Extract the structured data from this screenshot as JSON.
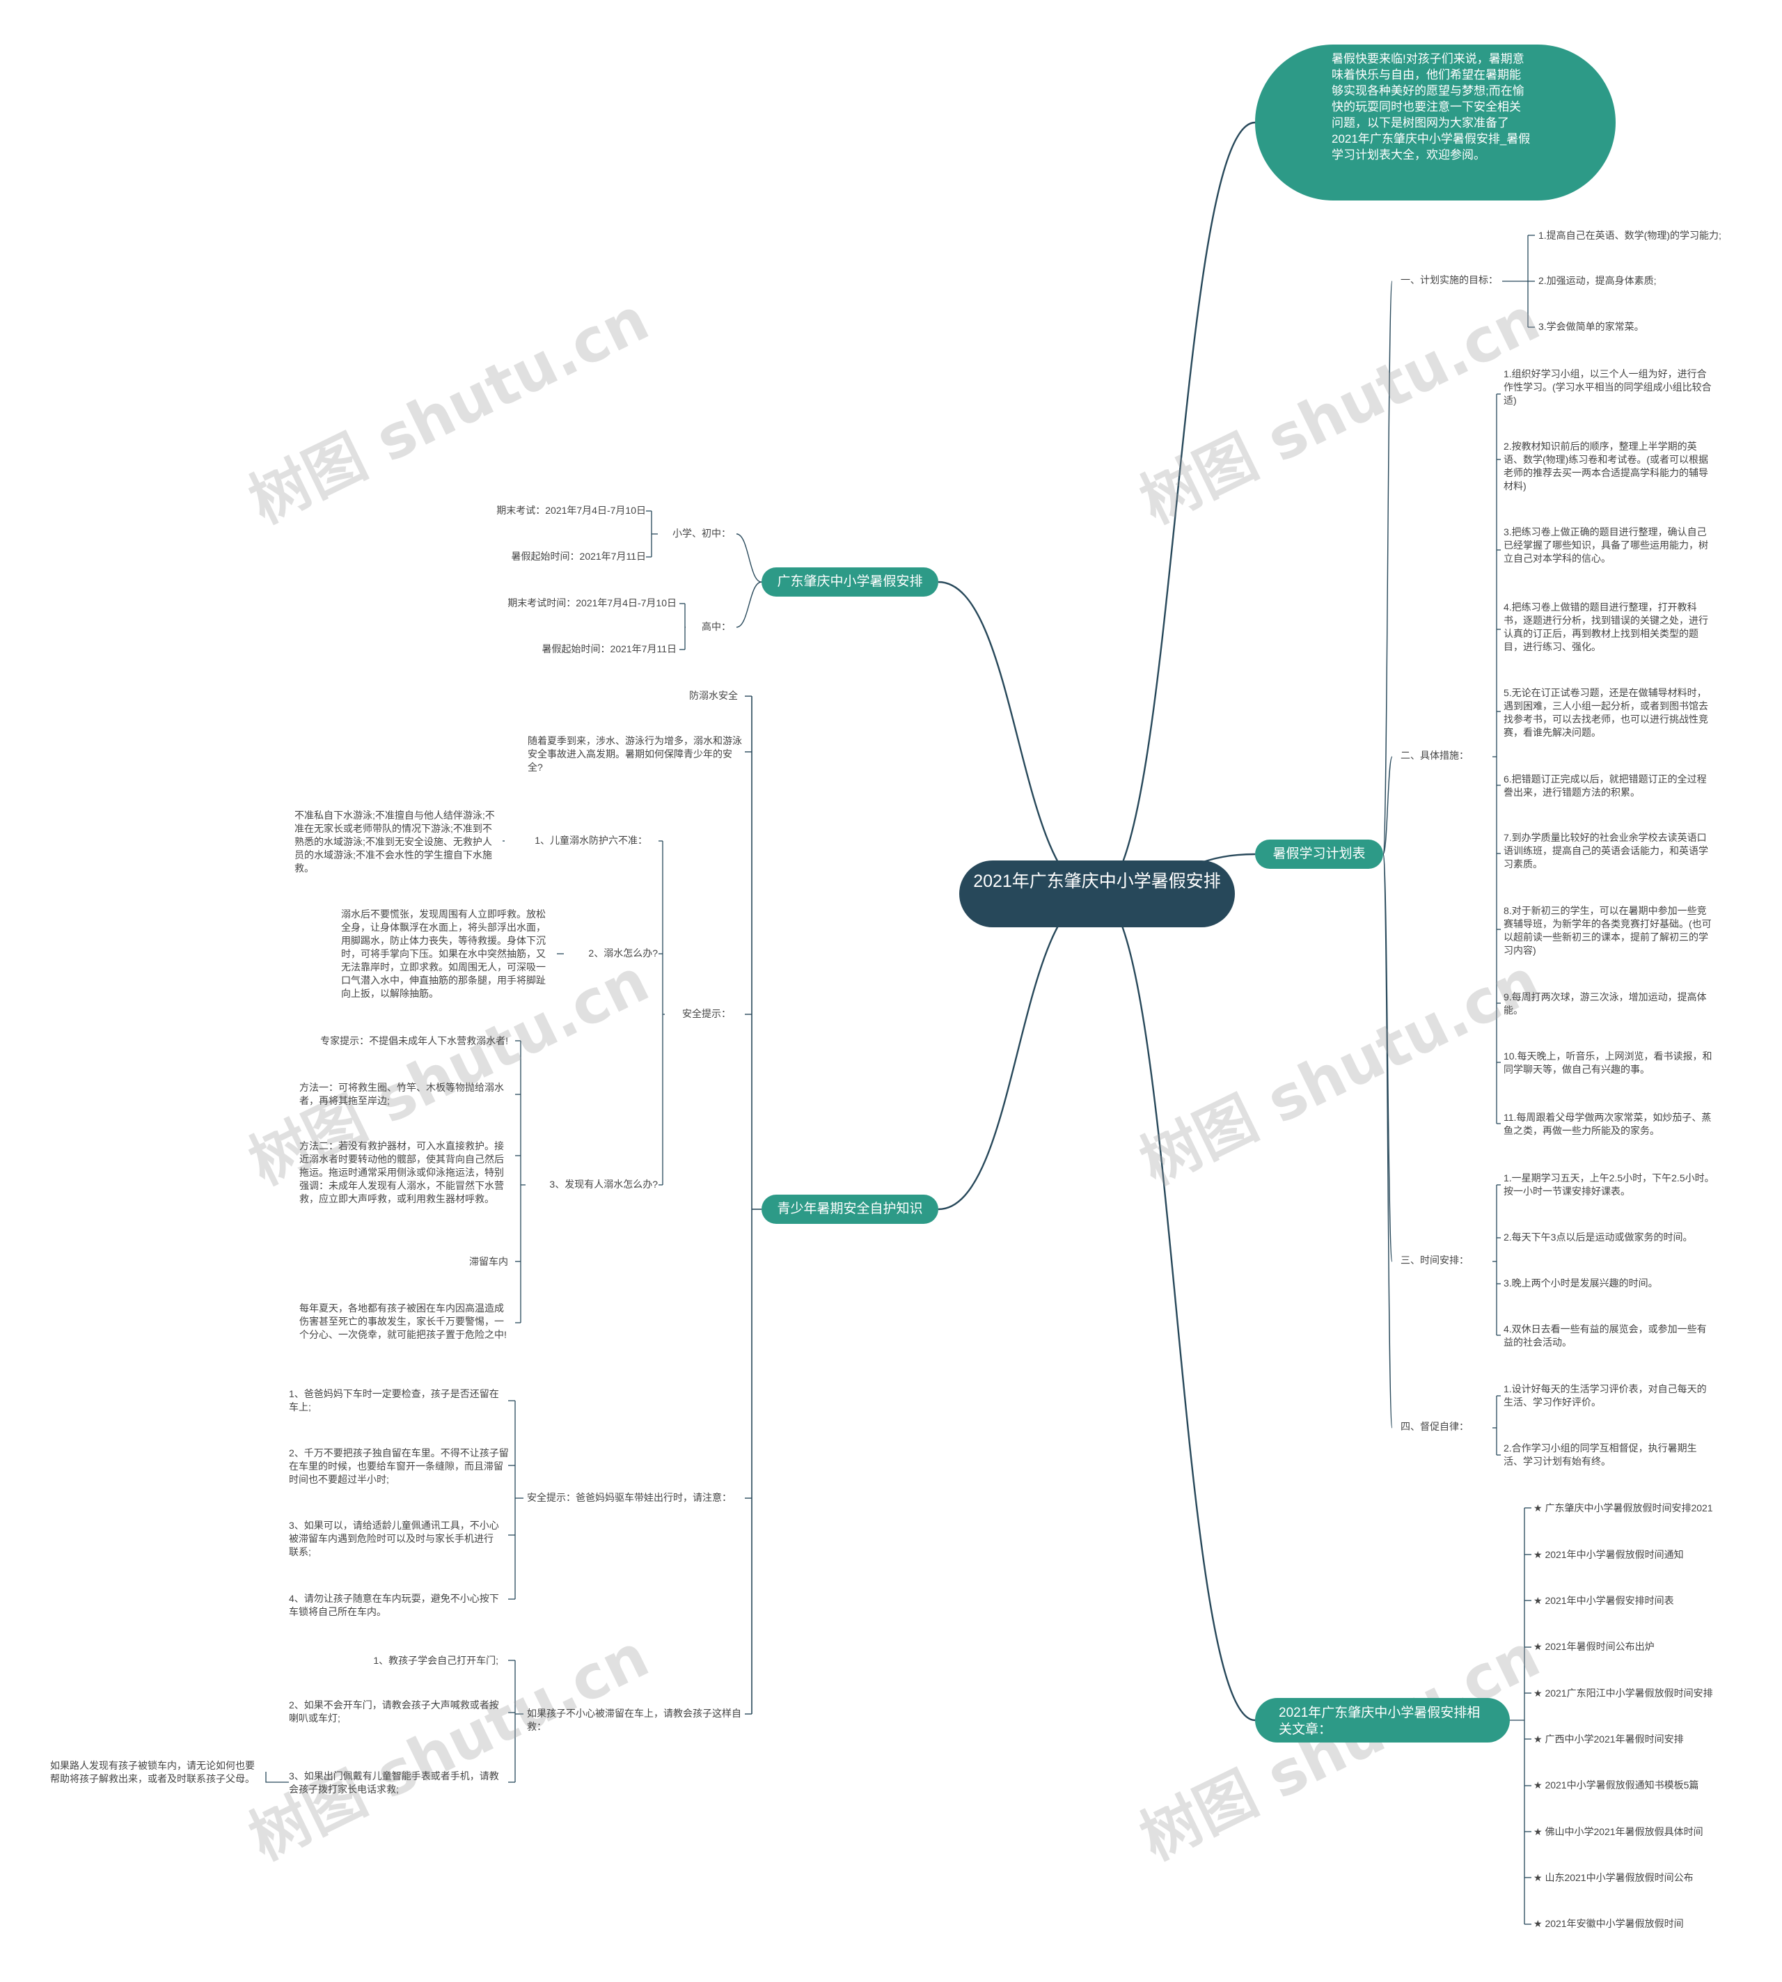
{
  "root": "2021年广东肇庆中小学暑假安排",
  "intro": "暑假快要来临!对孩子们来说，暑期意味着快乐与自由，他们希望在暑期能够实现各种美好的愿望与梦想;而在愉快的玩耍同时也要注意一下安全相关问题，以下是树图网为大家准备了2021年广东肇庆中小学暑假安排_暑假学习计划表大全，欢迎参阅。",
  "study": {
    "label": "暑假学习计划表",
    "sections": [
      {
        "label": "一、计划实施的目标：",
        "items": [
          "1.提高自己在英语、数学(物理)的学习能力;",
          "2.加强运动，提高身体素质;",
          "3.学会做简单的家常菜。"
        ]
      },
      {
        "label": "二、具体措施：",
        "items": [
          "1.组织好学习小组，以三个人一组为好，进行合作性学习。(学习水平相当的同学组成小组比较合适)",
          "2.按教材知识前后的顺序，整理上半学期的英语、数学(物理)练习卷和考试卷。(或者可以根据老师的推荐去买一两本合适提高学科能力的辅导材料)",
          "3.把练习卷上做正确的题目进行整理，确认自己已经掌握了哪些知识，具备了哪些运用能力，树立自己对本学科的信心。",
          "4.把练习卷上做错的题目进行整理，打开教科书，逐题进行分析，找到错误的关键之处，进行认真的订正后，再到教材上找到相关类型的题目，进行练习、强化。",
          "5.无论在订正试卷习题，还是在做辅导材料时，遇到困难，三人小组一起分析，或者到图书馆去找参考书，可以去找老师，也可以进行挑战性竞赛，看谁先解决问题。",
          "6.把错题订正完成以后，就把错题订正的全过程誊出来，进行错题方法的积累。",
          "7.到办学质量比较好的社会业余学校去读英语口语训练班，提高自己的英语会话能力，和英语学习素质。",
          "8.对于新初三的学生，可以在暑期中参加一些竞赛辅导班，为新学年的各类竞赛打好基础。(也可以超前读一些新初三的课本，提前了解初三的学习内容)",
          "9.每周打两次球，游三次泳，增加运动，提高体能。",
          "10.每天晚上，听音乐，上网浏览，看书读报，和同学聊天等，做自己有兴趣的事。",
          "11.每周跟着父母学做两次家常菜，如炒茄子、蒸鱼之类，再做一些力所能及的家务。"
        ]
      },
      {
        "label": "三、时间安排：",
        "items": [
          "1.一星期学习五天，上午2.5小时，下午2.5小时。按一小时一节课安排好课表。",
          "2.每天下午3点以后是运动或做家务的时间。",
          "3.晚上两个小时是发展兴趣的时间。",
          "4.双休日去看一些有益的展览会，或参加一些有益的社会活动。"
        ]
      },
      {
        "label": "四、督促自律：",
        "items": [
          "1.设计好每天的生活学习评价表，对自己每天的生活、学习作好评价。",
          "2.合作学习小组的同学互相督促，执行暑期生活、学习计划有始有终。"
        ]
      }
    ]
  },
  "related": {
    "label": "2021年广东肇庆中小学暑假安排相关文章：",
    "items": [
      "★ 广东肇庆中小学暑假放假时间安排2021",
      "★ 2021年中小学暑假放假时间通知",
      "★ 2021年中小学暑假安排时间表",
      "★ 2021年暑假时间公布出炉",
      "★ 2021广东阳江中小学暑假放假时间安排",
      "★ 广西中小学2021年暑假时间安排",
      "★ 2021中小学暑假放假通知书模板5篇",
      "★ 佛山中小学2021年暑假放假具体时间",
      "★ 山东2021中小学暑假放假时间公布",
      "★ 2021年安徽中小学暑假放假时间"
    ]
  },
  "schedule": {
    "label": "广东肇庆中小学暑假安排",
    "groups": [
      {
        "label": "小学、初中：",
        "items": [
          "期末考试：2021年7月4日-7月10日",
          "暑假起始时间：2021年7月11日"
        ]
      },
      {
        "label": "高中：",
        "items": [
          "期末考试时间：2021年7月4日-7月10日",
          "暑假起始时间：2021年7月11日"
        ]
      }
    ]
  },
  "safety": {
    "label": "青少年暑期安全自护知识",
    "drown_title": "防溺水安全",
    "drown_intro": "随着夏季到来，涉水、游泳行为增多，溺水和游泳安全事故进入高发期。暑期如何保障青少年的安全?",
    "tips_label": "安全提示：",
    "tips": [
      {
        "label": "1、儿童溺水防护六不准：",
        "items": [
          "不准私自下水游泳;不准擅自与他人结伴游泳;不准在无家长或老师带队的情况下游泳;不准到不熟悉的水域游泳;不准到无安全设施、无救护人员的水域游泳;不准不会水性的学生擅自下水施救。"
        ]
      },
      {
        "label": "2、溺水怎么办?",
        "items": [
          "溺水后不要慌张，发现周围有人立即呼救。放松全身，让身体飘浮在水面上，将头部浮出水面，用脚踢水，防止体力丧失，等待救援。身体下沉时，可将手掌向下压。如果在水中突然抽筋，又无法靠岸时，立即求救。如周围无人，可深吸一口气潜入水中，伸直抽筋的那条腿，用手将脚趾向上扳，以解除抽筋。"
        ]
      },
      {
        "label": "3、发现有人溺水怎么办?",
        "items": [
          "专家提示：不提倡未成年人下水营救溺水者!",
          "方法一：可将救生圈、竹竿、木板等物抛给溺水者，再将其拖至岸边;",
          "方法二：若没有救护器材，可入水直接救护。接近溺水者时要转动他的髋部，使其背向自己然后拖运。拖运时通常采用侧泳或仰泳拖运法，特别强调：未成年人发现有人溺水，不能冒然下水营救，应立即大声呼救，或利用救生器材呼救。",
          "滞留车内",
          "每年夏天，各地都有孩子被困在车内因高温造成伤害甚至死亡的事故发生，家长千万要警惕，一个分心、一次侥幸，就可能把孩子置于危险之中!"
        ]
      }
    ],
    "car_label": "安全提示：爸爸妈妈驱车带娃出行时，请注意：",
    "car_items": [
      "1、爸爸妈妈下车时一定要检查，孩子是否还留在车上;",
      "2、千万不要把孩子独自留在车里。不得不让孩子留在车里的时候，也要给车窗开一条缝隙，而且滞留时间也不要超过半小时;",
      "3、如果可以，请给适龄儿童佩通讯工具，不小心被滞留车内遇到危险时可以及时与家长手机进行联系;",
      "4、请勿让孩子随意在车内玩耍，避免不小心按下车锁将自己所在车内。"
    ],
    "trapped_label": "如果孩子不小心被滞留在车上，请教会孩子这样自救：",
    "trapped_items": [
      "1、教孩子学会自己打开车门;",
      "2、如果不会开车门，请教会孩子大声喊救或者按喇叭或车灯;",
      "3、如果出门佩戴有儿童智能手表或者手机，请教会孩子拨打家长电话求救;"
    ],
    "passerby": "如果路人发现有孩子被锁车内，请无论如何也要帮助将孩子解救出来，或者及时联系孩子父母。"
  },
  "watermark": "树图 shutu.cn",
  "colors": {
    "root": "#27485a",
    "branch": "#2d9a87",
    "line": "#27485a"
  }
}
